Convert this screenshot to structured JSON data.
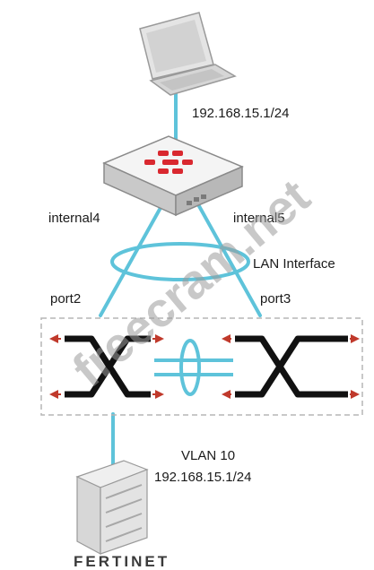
{
  "labels": {
    "laptop_ip": "192.168.15.1/24",
    "internal4": "internal4",
    "internal5": "internal5",
    "lan_interface": "LAN Interface",
    "port2": "port2",
    "port3": "port3",
    "vlan": "VLAN 10",
    "server_ip": "192.168.15.1/24"
  },
  "watermark": "freecram.net",
  "brand_logo": "FERTINET",
  "colors": {
    "link": "#5ec3da",
    "arrow": "#c0392b",
    "firewall_logo": "#d9282f",
    "switch_box": "#b5b5b5"
  },
  "icons": [
    "laptop-icon",
    "firewall-icon",
    "switch-icon",
    "server-icon",
    "fortinet-logo-icon"
  ]
}
